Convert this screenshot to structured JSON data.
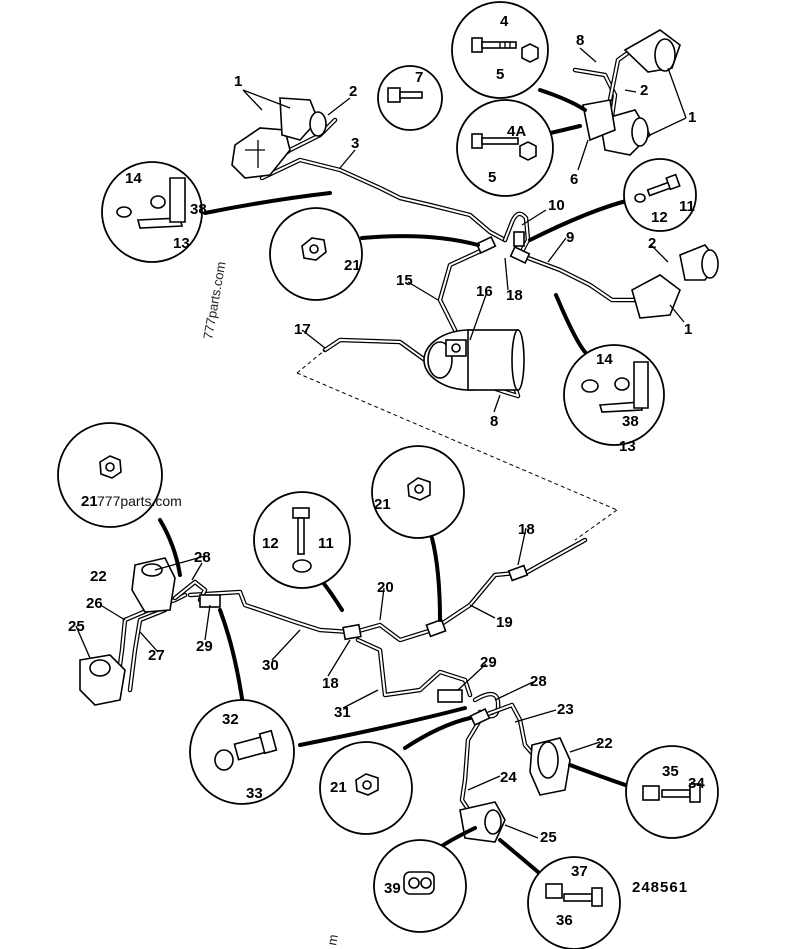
{
  "watermarks": [
    "777parts.com",
    "777parts.com"
  ],
  "drawing_number": "248561",
  "bottom_mark": "m",
  "callouts": {
    "c1a": "1",
    "c1b": "1",
    "c1c": "1",
    "c2a": "2",
    "c2b": "2",
    "c2c": "2",
    "c3": "3",
    "c4": "4",
    "c4a": "4A",
    "c5a": "5",
    "c5b": "5",
    "c6": "6",
    "c7": "7",
    "c8a": "8",
    "c8b": "8",
    "c9": "9",
    "c10": "10",
    "c11a": "11",
    "c11b": "11",
    "c12a": "12",
    "c12b": "12",
    "c13a": "13",
    "c13b": "13",
    "c14a": "14",
    "c14b": "14",
    "c15": "15",
    "c16": "16",
    "c17": "17",
    "c18a": "18",
    "c18b": "18",
    "c18c": "18",
    "c19": "19",
    "c20": "20",
    "c21a": "21",
    "c21b": "21",
    "c21c": "21",
    "c21d": "21",
    "c22a": "22",
    "c22b": "22",
    "c23": "23",
    "c24": "24",
    "c25a": "25",
    "c25b": "25",
    "c26": "26",
    "c27": "27",
    "c28a": "28",
    "c28b": "28",
    "c29a": "29",
    "c29b": "29",
    "c30": "30",
    "c31": "31",
    "c32": "32",
    "c33": "33",
    "c34": "34",
    "c35": "35",
    "c36": "36",
    "c37": "37",
    "c38a": "38",
    "c38b": "38",
    "c39": "39"
  },
  "colors": {
    "ink": "#000000",
    "paper": "#ffffff"
  }
}
